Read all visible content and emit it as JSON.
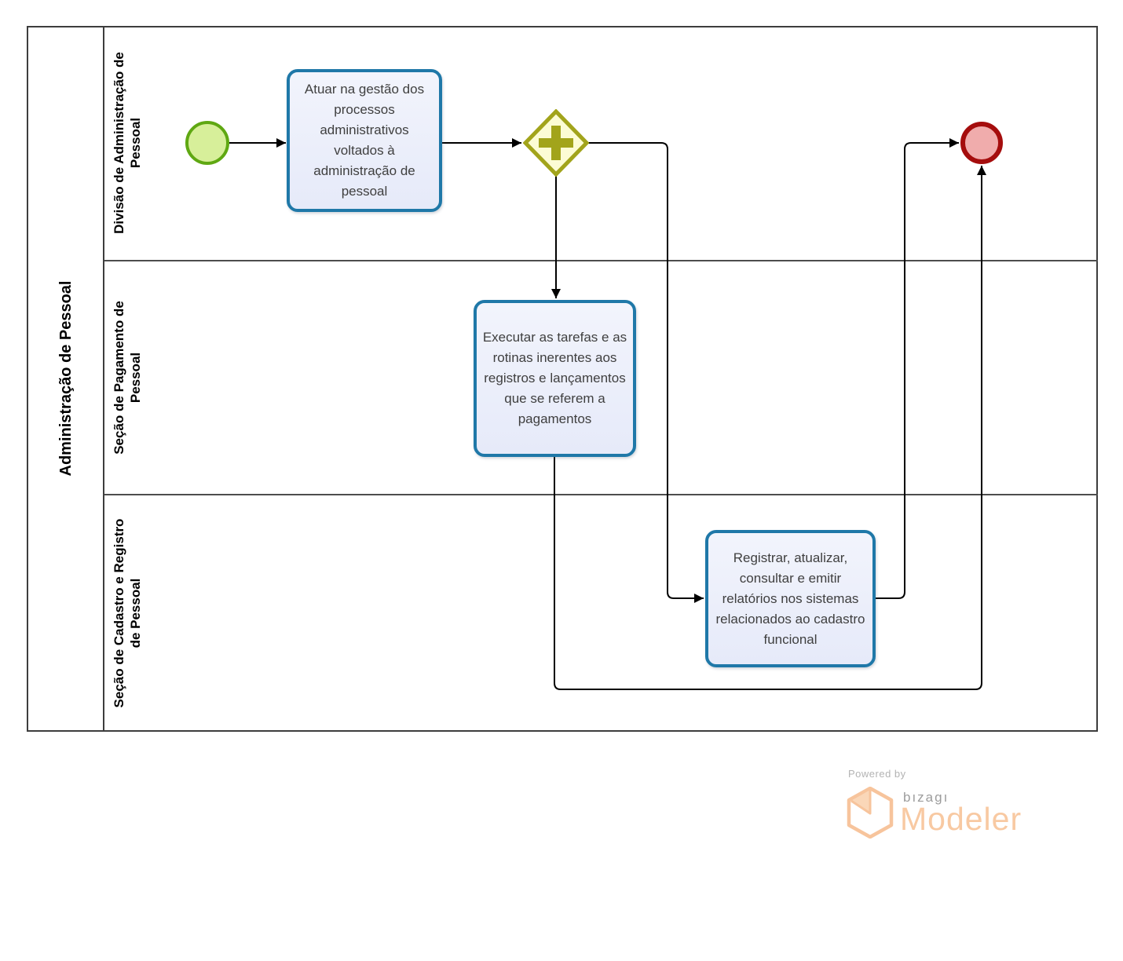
{
  "diagram": {
    "pool": {
      "title": "Administração de Pessoal",
      "lanes": [
        {
          "label": "Divisão de Administração de Pessoal",
          "lines": [
            "Divisão de Administração de",
            "Pessoal"
          ]
        },
        {
          "label": "Seção de Pagamento de Pessoal",
          "lines": [
            "Seção de Pagamento de",
            "Pessoal"
          ]
        },
        {
          "label": "Seção de Cadastro e Registro de Pessoal",
          "lines": [
            "Seção de Cadastro e Registro",
            "de Pessoal"
          ]
        }
      ]
    },
    "nodes": {
      "start_event": {
        "type": "start-event"
      },
      "task1": {
        "label": "Atuar na gestão dos processos administrativos voltados à administração de pessoal"
      },
      "gateway": {
        "type": "parallel-gateway"
      },
      "task2": {
        "label": "Executar as tarefas e as rotinas inerentes aos registros e lançamentos  que se referem a pagamentos"
      },
      "task3": {
        "label": "Registrar, atualizar, consultar e emitir relatórios nos sistemas relacionados ao cadastro funcional"
      },
      "end_event": {
        "type": "end-event"
      }
    }
  },
  "footer": {
    "powered_by": "Powered by",
    "brand": "bızagı",
    "product": "Modeler"
  },
  "colors": {
    "task_border": "#1F78A8",
    "task_fill": "#E9EDFB",
    "start_event_border": "#5FA812",
    "start_event_fill": "#D7EF9A",
    "end_event_border": "#A50D0D",
    "end_event_fill": "#F0ACAC",
    "gateway_border": "#A2A41B",
    "gateway_fill": "#FCFCD4",
    "connector": "#000000",
    "pool_border": "#3d3d3d",
    "brand_orange": "#F8C9A2",
    "brand_gray": "#9C9C9C"
  }
}
